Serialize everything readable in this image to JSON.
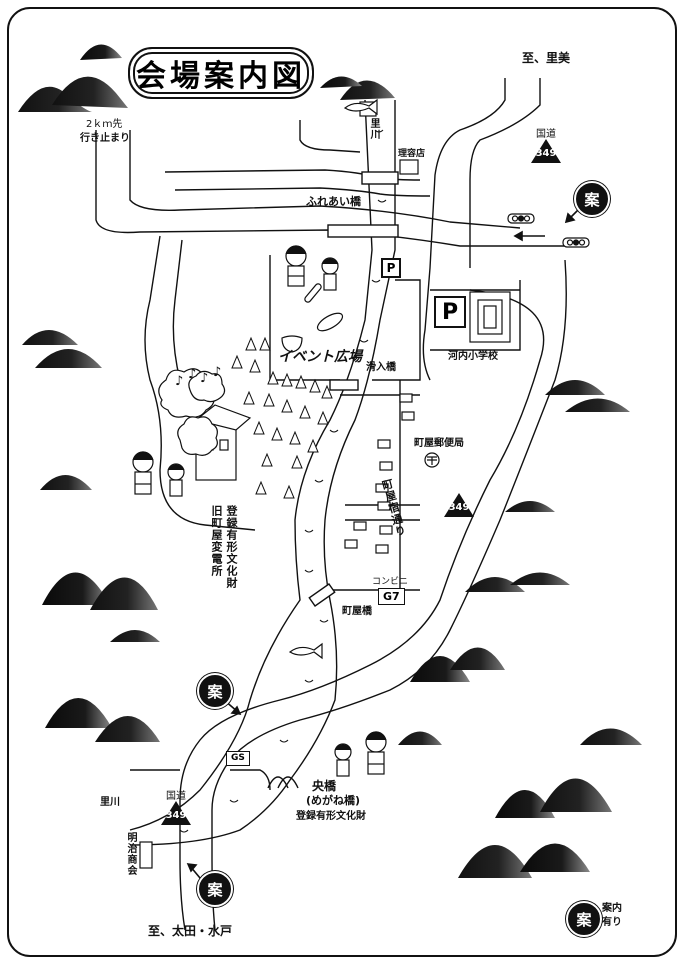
{
  "title": "会場案内図",
  "labels": {
    "to_satomi": "至、里美",
    "to_ota_mito": "至、太田・水戸",
    "dead_end_line1": "2ｋｍ先",
    "dead_end_line2": "行き止まり",
    "satogawa_top": "里川",
    "barber": "理容店",
    "fureai_bridge": "ふれあい橋",
    "event_square": "イベント広場",
    "namerikomi_bridge": "滑入橋",
    "school": "河内小学校",
    "post_office": "町屋郵便局",
    "juku_street": "町屋宿通り",
    "old_substation_line1": "登録有形文化財",
    "old_substation_line2": "旧町屋変電所",
    "conveni": "コンビニ",
    "machiya_bridge": "町屋橋",
    "gs": "GS",
    "satogawa_bottom": "里川",
    "meiji_shop": "明治商会",
    "megane_bridge_line1": "央橋",
    "megane_bridge_line2": "(めがね橋)",
    "megane_bridge_line3": "登録有形文化財",
    "legend_text_line1": "案内",
    "legend_text_line2": "有り"
  },
  "route_signs": [
    {
      "caption": "国道",
      "number": "349"
    },
    {
      "caption": "",
      "number": "349"
    },
    {
      "caption": "国道",
      "number": "349"
    }
  ],
  "store_sign": "G7",
  "gs_sign": "GS",
  "parking_symbol": "P",
  "annai_mark": "案",
  "colors": {
    "ink": "#111111",
    "paper": "#ffffff"
  }
}
